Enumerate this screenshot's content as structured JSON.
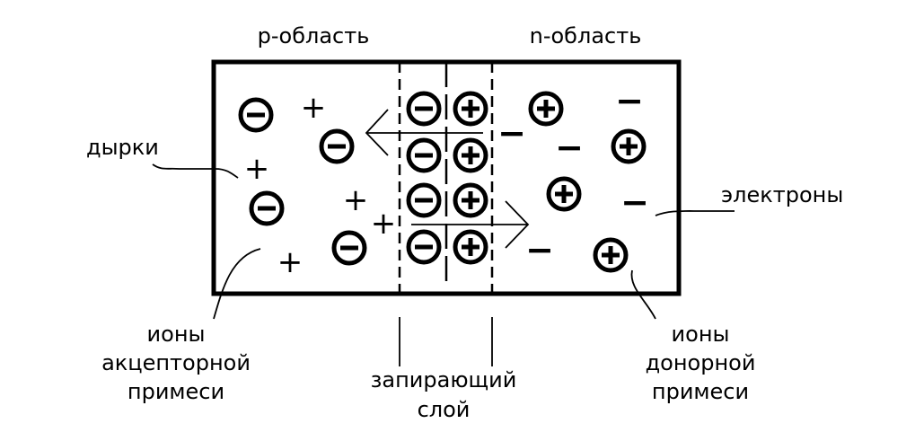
{
  "labels": {
    "p_region": "p-область",
    "n_region": "n-область",
    "holes": "дырки",
    "electrons": "электроны",
    "acceptor_ions": [
      "ионы",
      "акцепторной",
      "примеси"
    ],
    "barrier_layer": [
      "запирающий",
      "слой"
    ],
    "donor_ions": [
      "ионы",
      "донорной",
      "примеси"
    ]
  },
  "symbols": {
    "hole": "+",
    "electron": "−",
    "negative_ion": "−",
    "positive_ion": "+"
  },
  "colors": {
    "line": "#000000",
    "background": "#ffffff"
  }
}
